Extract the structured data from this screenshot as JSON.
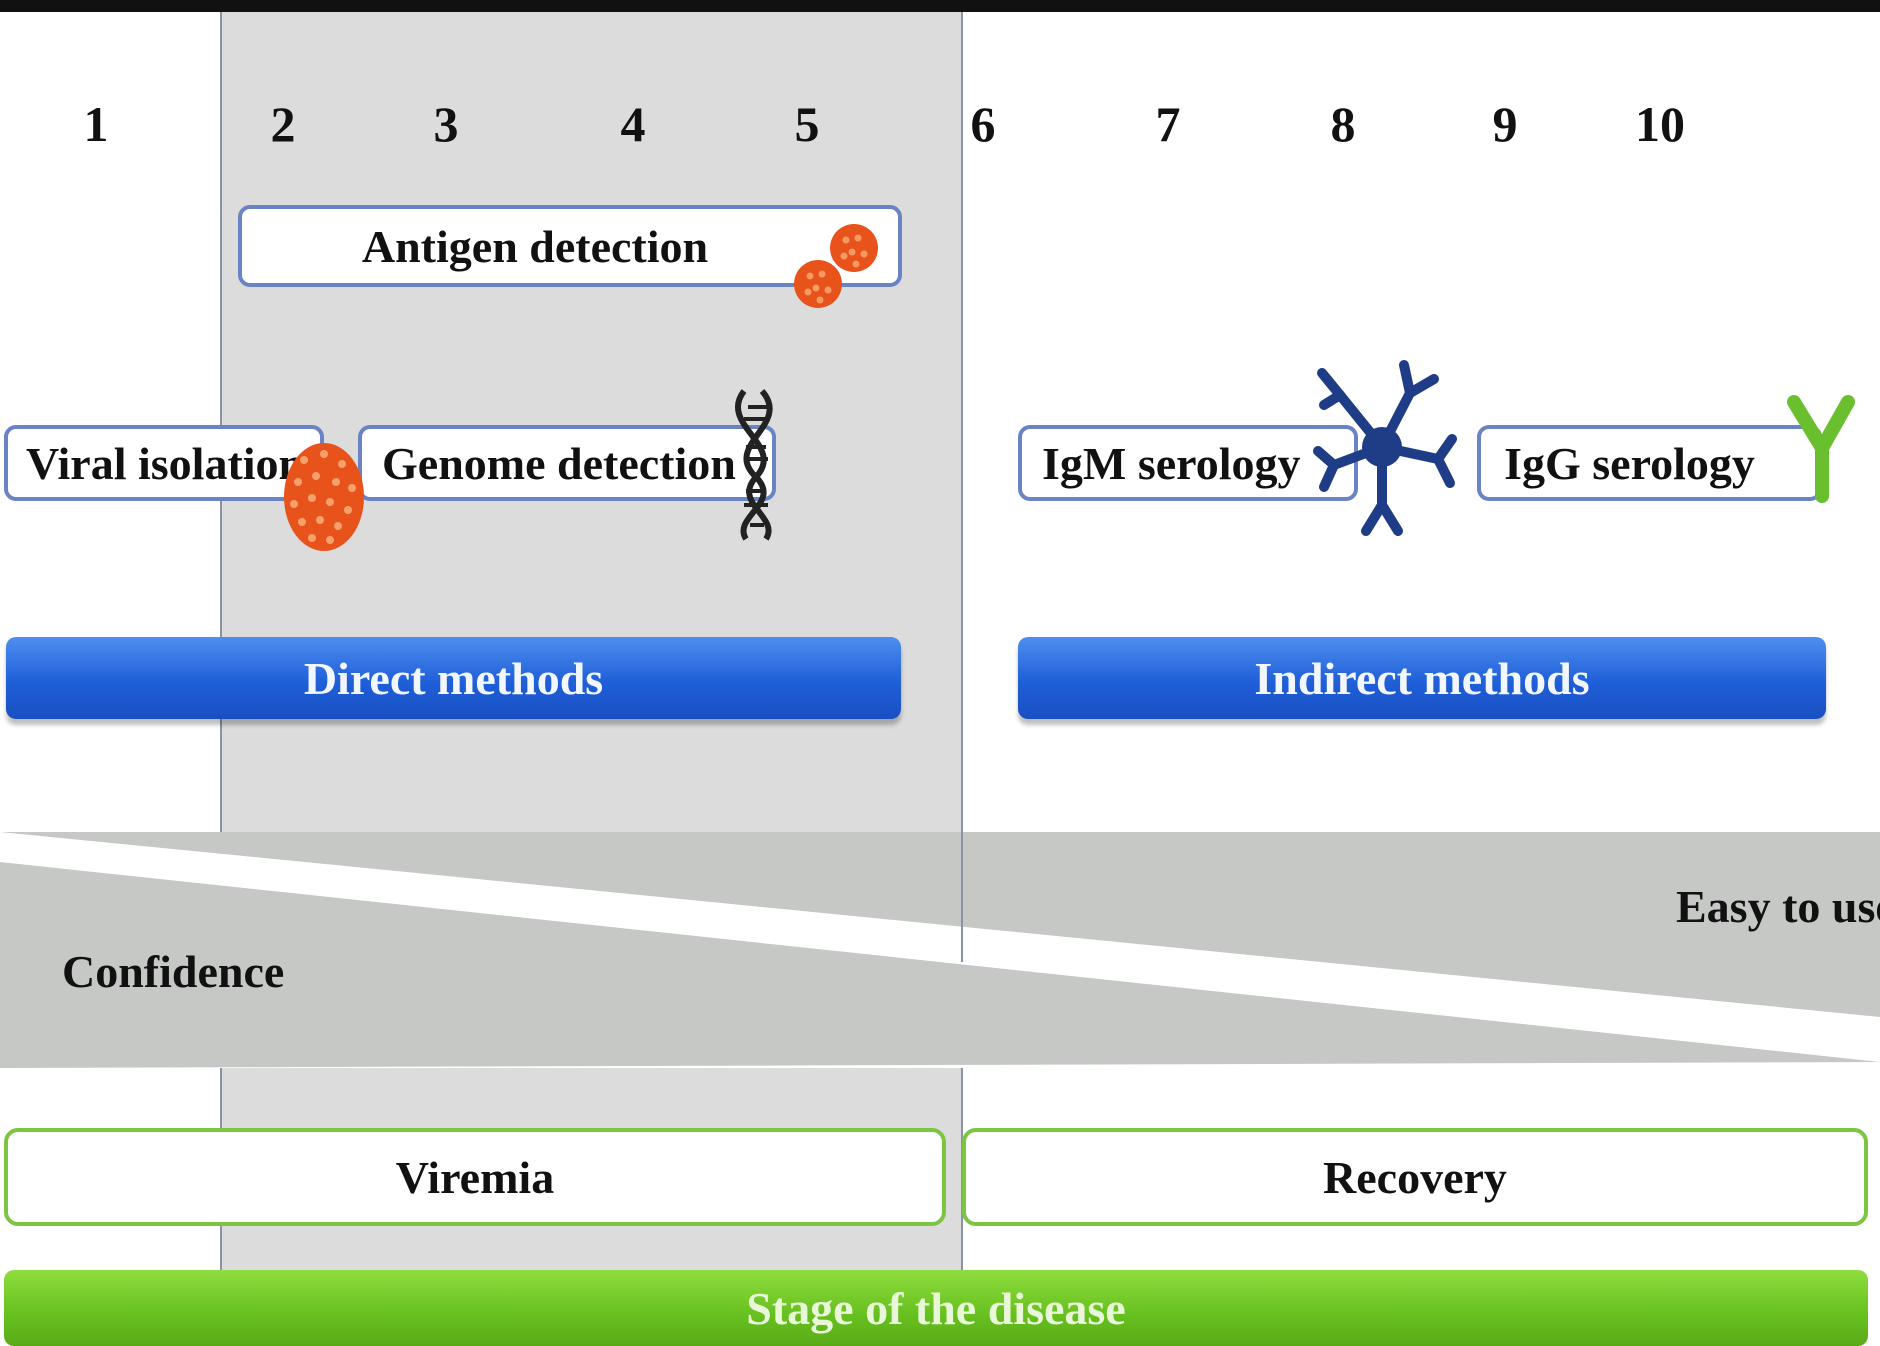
{
  "days": [
    "1",
    "2",
    "3",
    "4",
    "5",
    "6",
    "7",
    "8",
    "9",
    "10"
  ],
  "methods": {
    "antigen": "Antigen detection",
    "viral_isolation": "Viral isolation",
    "genome": "Genome detection",
    "igm": "IgM serology",
    "igg": "IgG serology"
  },
  "categories": {
    "direct": "Direct methods",
    "indirect": "Indirect methods"
  },
  "gradient": {
    "confidence": "Confidence",
    "easy": "Easy to use"
  },
  "stages": {
    "viremia": "Viremia",
    "recovery": "Recovery",
    "title": "Stage of the disease"
  },
  "colors": {
    "method_border": "#6a83c4",
    "bar_blue": "#1f5fd8",
    "stage_green": "#7cc442",
    "virus_orange": "#e8531c",
    "antibody_navy": "#1f3c86",
    "igg_green": "#6abf2e",
    "shade_gray": "#dcdcdc"
  },
  "icons": [
    "virus-icon",
    "dna-icon",
    "antibody-igm-icon",
    "antibody-igg-icon"
  ]
}
